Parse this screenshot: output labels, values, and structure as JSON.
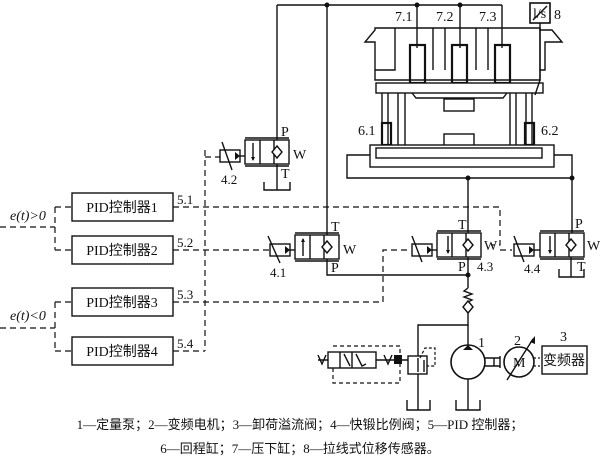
{
  "diagram": {
    "type": "hydraulic-control-schematic",
    "conditions": {
      "positive": "e(t)>0",
      "negative": "e(t)<0"
    },
    "controllers": [
      {
        "label": "PID控制器1",
        "id": "5.1"
      },
      {
        "label": "PID控制器2",
        "id": "5.2"
      },
      {
        "label": "PID控制器3",
        "id": "5.3"
      },
      {
        "label": "PID控制器4",
        "id": "5.4"
      }
    ],
    "valves": [
      {
        "id": "4.1",
        "ports": [
          "T",
          "W",
          "P"
        ]
      },
      {
        "id": "4.2",
        "ports": [
          "P",
          "W",
          "T"
        ]
      },
      {
        "id": "4.3",
        "ports": [
          "T",
          "W",
          "P"
        ]
      },
      {
        "id": "4.4",
        "ports": [
          "P",
          "W",
          "T"
        ]
      }
    ],
    "cylinders": {
      "press_down": [
        "7.1",
        "7.2",
        "7.3"
      ],
      "return": [
        "6.1",
        "6.2"
      ]
    },
    "sensor": {
      "id": "8",
      "symbol": "l/s"
    },
    "pump": {
      "id": "1"
    },
    "motor": {
      "id": "2",
      "symbol": "M"
    },
    "inverter": {
      "id": "3",
      "label": "变频器"
    },
    "port_labels": {
      "P": "P",
      "T": "T",
      "W": "W"
    }
  },
  "caption": {
    "line1": "1—定量泵；2—变频电机；3—卸荷溢流阀；4—快锻比例阀；5—PID 控制器；",
    "line2": "6—回程缸；7—压下缸；8—拉线式位移传感器。"
  }
}
